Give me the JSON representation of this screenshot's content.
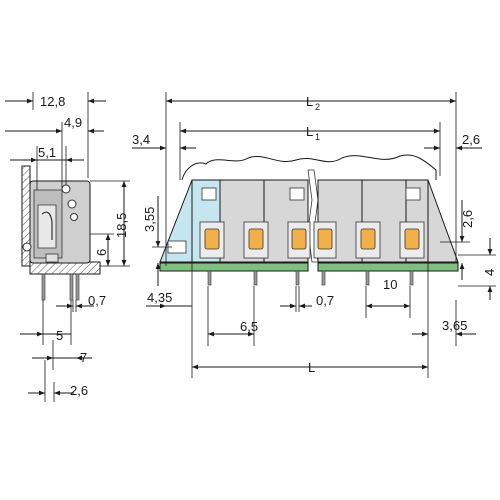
{
  "side_view": {
    "dim_width_total": "12,8",
    "dim_top_offset": "4,9",
    "dim_pitch_top": "5,1",
    "dim_height_total": "18,5",
    "dim_height_mid": "6",
    "dim_pin_width": "0,7",
    "dim_pin_spacing": "5",
    "dim_pin_offset": "7",
    "dim_pin_length": "2,6"
  },
  "front_view": {
    "dim_L2": "L",
    "dim_L2_sub": "2",
    "dim_L1": "L",
    "dim_L1_sub": "1",
    "dim_left_offset": "3,4",
    "dim_right_offset": "2,6",
    "dim_left_height": "3,55",
    "dim_right_height": "2,6",
    "dim_pcb_thickness": "4",
    "dim_left_pin": "4,35",
    "dim_pin_width": "0,7",
    "dim_pitch_small": "6,5",
    "dim_pitch_large": "10",
    "dim_right_pin": "3,65",
    "dim_L": "L"
  },
  "colors": {
    "housing": "#d7d7d7",
    "housing_light": "#c6e6ef",
    "pcb": "#7fbf7f",
    "button": "#f2b04a",
    "hatch": "#555555"
  }
}
